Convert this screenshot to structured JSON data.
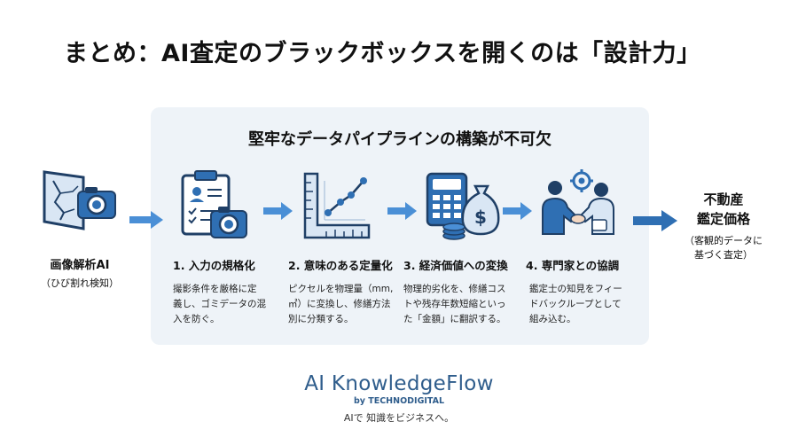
{
  "title": "まとめ：AI査定のブラックボックスを開くのは「設計力」",
  "panel": {
    "title": "堅牢なデータパイプラインの構築が不可欠"
  },
  "input": {
    "label": "画像解析AI",
    "sublabel": "（ひび割れ検知）",
    "icon": "cracked-wall-camera-icon"
  },
  "steps": [
    {
      "title": "1. 入力の規格化",
      "desc": [
        "撮影条件を厳格に定",
        "義し、ゴミデータの混",
        "入を防ぐ。"
      ],
      "icon": "clipboard-camera-icon"
    },
    {
      "title": "2. 意味のある定量化",
      "desc": [
        "ピクセルを物理量（mm,",
        "㎡）に変換し、修繕方法",
        "別に分類する。"
      ],
      "icon": "ruler-graph-icon"
    },
    {
      "title": "3. 経済価値への変換",
      "desc": [
        "物理的劣化を、修繕コス",
        "トや残存年数短縮といっ",
        "た「金額」に翻訳する。"
      ],
      "icon": "calculator-money-icon"
    },
    {
      "title": "4. 専門家との協調",
      "desc": [
        "鑑定士の知見をフィー",
        "ドバックループとして",
        "組み込む。"
      ],
      "icon": "handshake-gear-icon"
    }
  ],
  "output": {
    "line1": "不動産",
    "line2": "鑑定価格",
    "line3": "（客観的データに",
    "line4": "基づく査定）"
  },
  "brand": {
    "name": "AI KnowledgeFlow",
    "by": "by TECHNODIGITAL",
    "tagline": "AIで 知識をビジネスへ。"
  },
  "colors": {
    "primary": "#2f6fb3",
    "dark": "#1f3f66",
    "panel": "#eef3f8",
    "arrow": "#4a8fd6"
  }
}
